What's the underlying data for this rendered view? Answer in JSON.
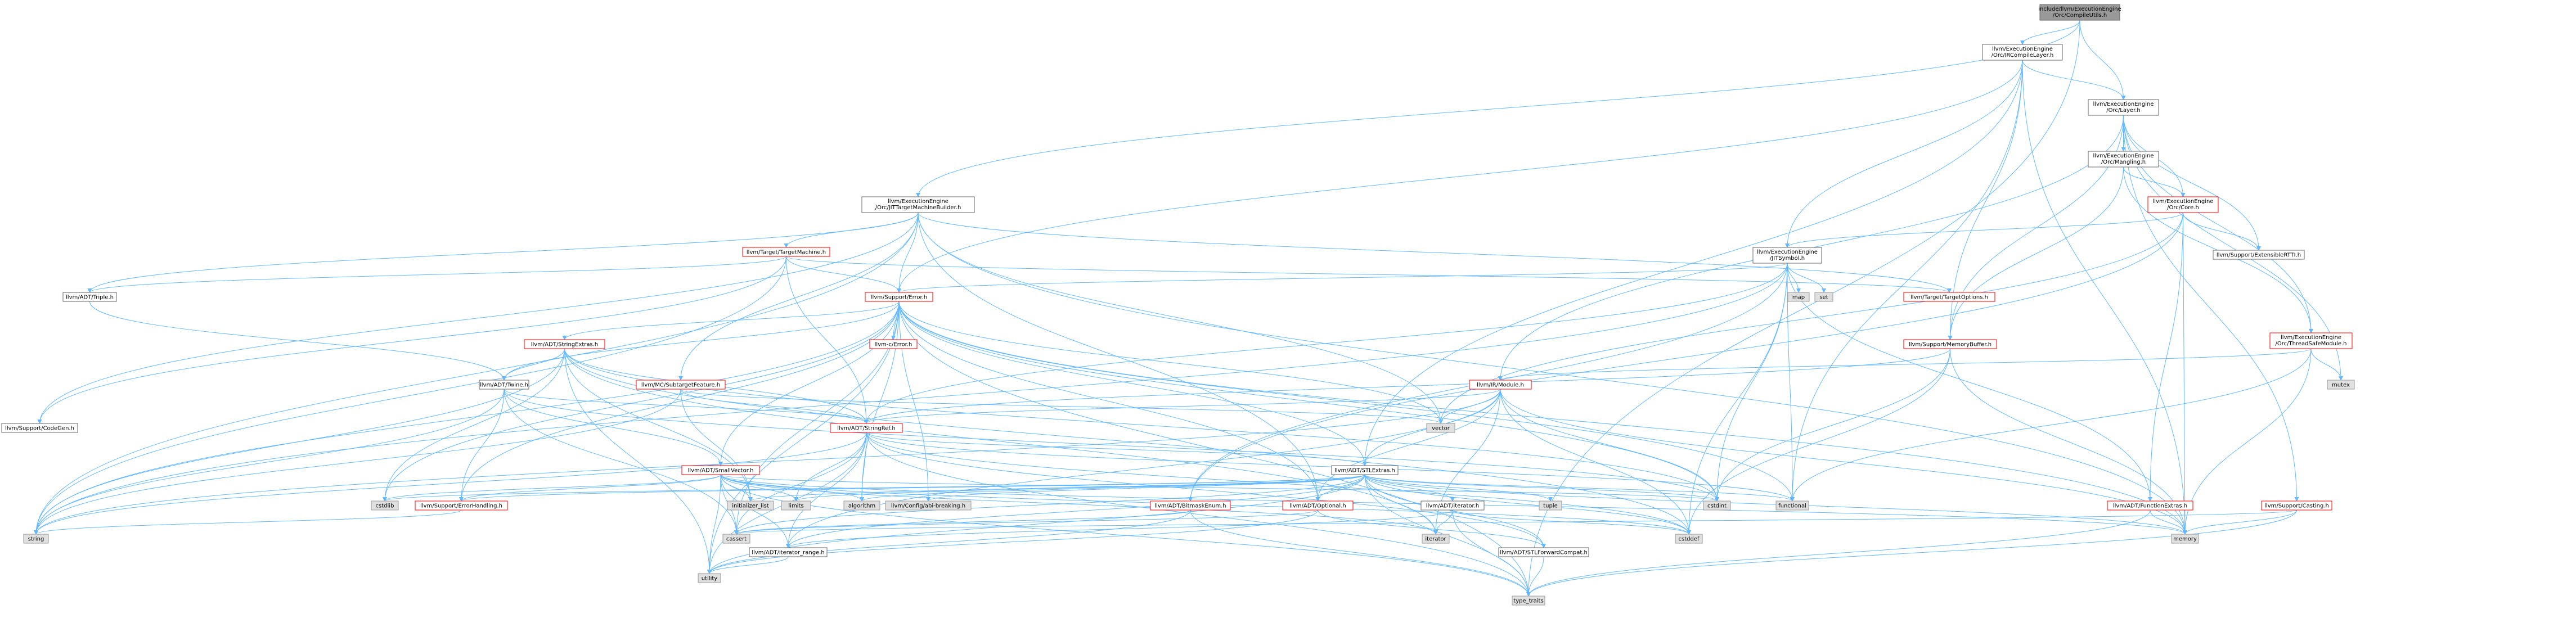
{
  "nodes": [
    {
      "id": "root",
      "kind": "root",
      "label": [
        "include/llvm/ExecutionEngine",
        "/Orc/CompileUtils.h"
      ]
    },
    {
      "id": "irc",
      "kind": "normal",
      "label": [
        "llvm/ExecutionEngine",
        "/Orc/IRCompileLayer.h"
      ]
    },
    {
      "id": "jtmb",
      "kind": "normal",
      "label": [
        "llvm/ExecutionEngine",
        "/Orc/JITTargetMachineBuilder.h"
      ]
    },
    {
      "id": "layer",
      "kind": "normal",
      "label": [
        "llvm/ExecutionEngine",
        "/Orc/Layer.h"
      ]
    },
    {
      "id": "mangling",
      "kind": "normal",
      "label": [
        "llvm/ExecutionEngine",
        "/Orc/Mangling.h"
      ]
    },
    {
      "id": "core",
      "kind": "red",
      "label": [
        "llvm/ExecutionEngine",
        "/Orc/Core.h"
      ]
    },
    {
      "id": "jitsym",
      "kind": "normal",
      "label": [
        "llvm/ExecutionEngine",
        "/JITSymbol.h"
      ]
    },
    {
      "id": "tm",
      "kind": "red",
      "label": [
        "llvm/Target/TargetMachine.h"
      ]
    },
    {
      "id": "exrtti",
      "kind": "normal",
      "label": [
        "llvm/Support/ExtensibleRTTI.h"
      ]
    },
    {
      "id": "triple",
      "kind": "normal",
      "label": [
        "llvm/ADT/Triple.h"
      ]
    },
    {
      "id": "error",
      "kind": "red",
      "label": [
        "llvm/Support/Error.h"
      ]
    },
    {
      "id": "map",
      "kind": "gray",
      "label": [
        "map"
      ]
    },
    {
      "id": "set",
      "kind": "gray",
      "label": [
        "set"
      ]
    },
    {
      "id": "topts",
      "kind": "red",
      "label": [
        "llvm/Target/TargetOptions.h"
      ]
    },
    {
      "id": "tsm",
      "kind": "red",
      "label": [
        "llvm/ExecutionEngine",
        "/Orc/ThreadSafeModule.h"
      ]
    },
    {
      "id": "strext",
      "kind": "red",
      "label": [
        "llvm/ADT/StringExtras.h"
      ]
    },
    {
      "id": "cerror",
      "kind": "red",
      "label": [
        "llvm-c/Error.h"
      ]
    },
    {
      "id": "membuf",
      "kind": "red",
      "label": [
        "llvm/Support/MemoryBuffer.h"
      ]
    },
    {
      "id": "twine",
      "kind": "normal",
      "label": [
        "llvm/ADT/Twine.h"
      ]
    },
    {
      "id": "subtf",
      "kind": "red",
      "label": [
        "llvm/MC/SubtargetFeature.h"
      ]
    },
    {
      "id": "irmod",
      "kind": "red",
      "label": [
        "llvm/IR/Module.h"
      ]
    },
    {
      "id": "mutex",
      "kind": "gray",
      "label": [
        "mutex"
      ]
    },
    {
      "id": "codegen",
      "kind": "normal",
      "label": [
        "llvm/Support/CodeGen.h"
      ]
    },
    {
      "id": "vector",
      "kind": "gray",
      "label": [
        "vector"
      ]
    },
    {
      "id": "strref",
      "kind": "red",
      "label": [
        "llvm/ADT/StringRef.h"
      ]
    },
    {
      "id": "smallvec",
      "kind": "red",
      "label": [
        "llvm/ADT/SmallVector.h"
      ]
    },
    {
      "id": "stlext",
      "kind": "normal",
      "label": [
        "llvm/ADT/STLExtras.h"
      ]
    },
    {
      "id": "cstdlib",
      "kind": "gray",
      "label": [
        "cstdlib"
      ]
    },
    {
      "id": "errh",
      "kind": "red",
      "label": [
        "llvm/Support/ErrorHandling.h"
      ]
    },
    {
      "id": "initl",
      "kind": "gray",
      "label": [
        "initializer_list"
      ]
    },
    {
      "id": "limits",
      "kind": "gray",
      "label": [
        "limits"
      ]
    },
    {
      "id": "algorithm",
      "kind": "gray",
      "label": [
        "algorithm"
      ]
    },
    {
      "id": "abibrk",
      "kind": "gray",
      "label": [
        "llvm/Config/abi-breaking.h"
      ]
    },
    {
      "id": "bitmask",
      "kind": "red",
      "label": [
        "llvm/ADT/BitmaskEnum.h"
      ]
    },
    {
      "id": "optional",
      "kind": "red",
      "label": [
        "llvm/ADT/Optional.h"
      ]
    },
    {
      "id": "iter",
      "kind": "normal",
      "label": [
        "llvm/ADT/iterator.h"
      ]
    },
    {
      "id": "tuple",
      "kind": "gray",
      "label": [
        "tuple"
      ]
    },
    {
      "id": "cstdint",
      "kind": "gray",
      "label": [
        "cstdint"
      ]
    },
    {
      "id": "functional",
      "kind": "gray",
      "label": [
        "functional"
      ]
    },
    {
      "id": "fnext",
      "kind": "red",
      "label": [
        "llvm/ADT/FunctionExtras.h"
      ]
    },
    {
      "id": "casting",
      "kind": "red",
      "label": [
        "llvm/Support/Casting.h"
      ]
    },
    {
      "id": "string",
      "kind": "gray",
      "label": [
        "string"
      ]
    },
    {
      "id": "cassert",
      "kind": "gray",
      "label": [
        "cassert"
      ]
    },
    {
      "id": "iterrange",
      "kind": "normal",
      "label": [
        "llvm/ADT/iterator_range.h"
      ]
    },
    {
      "id": "iterator",
      "kind": "gray",
      "label": [
        "iterator"
      ]
    },
    {
      "id": "stlfwd",
      "kind": "normal",
      "label": [
        "llvm/ADT/STLForwardCompat.h"
      ]
    },
    {
      "id": "cstddef",
      "kind": "gray",
      "label": [
        "cstddef"
      ]
    },
    {
      "id": "memory",
      "kind": "gray",
      "label": [
        "memory"
      ]
    },
    {
      "id": "utility",
      "kind": "gray",
      "label": [
        "utility"
      ]
    },
    {
      "id": "typetraits",
      "kind": "gray",
      "label": [
        "type_traits"
      ]
    }
  ],
  "edges": [
    [
      "root",
      "irc"
    ],
    [
      "root",
      "jtmb"
    ],
    [
      "root",
      "layer"
    ],
    [
      "root",
      "typetraits"
    ],
    [
      "irc",
      "layer"
    ],
    [
      "irc",
      "jitsym"
    ],
    [
      "irc",
      "error"
    ],
    [
      "irc",
      "stlext"
    ],
    [
      "irc",
      "functional"
    ],
    [
      "irc",
      "memory"
    ],
    [
      "irc",
      "membuf"
    ],
    [
      "jtmb",
      "tm"
    ],
    [
      "jtmb",
      "triple"
    ],
    [
      "jtmb",
      "error"
    ],
    [
      "jtmb",
      "codegen"
    ],
    [
      "jtmb",
      "subtf"
    ],
    [
      "jtmb",
      "optional"
    ],
    [
      "jtmb",
      "topts"
    ],
    [
      "jtmb",
      "vector"
    ],
    [
      "jtmb",
      "string"
    ],
    [
      "jtmb",
      "memory"
    ],
    [
      "layer",
      "mangling"
    ],
    [
      "layer",
      "core"
    ],
    [
      "layer",
      "tsm"
    ],
    [
      "layer",
      "casting"
    ],
    [
      "layer",
      "exrtti"
    ],
    [
      "layer",
      "membuf"
    ],
    [
      "layer",
      "mutex"
    ],
    [
      "layer",
      "irmod"
    ],
    [
      "mangling",
      "core"
    ],
    [
      "mangling",
      "tsm"
    ],
    [
      "mangling",
      "membuf"
    ],
    [
      "core",
      "jitsym"
    ],
    [
      "core",
      "exrtti"
    ],
    [
      "core",
      "fnext"
    ],
    [
      "core",
      "bitmask"
    ],
    [
      "core",
      "vector"
    ],
    [
      "core",
      "memory"
    ],
    [
      "jitsym",
      "error"
    ],
    [
      "jitsym",
      "map"
    ],
    [
      "jitsym",
      "set"
    ],
    [
      "jitsym",
      "string"
    ],
    [
      "jitsym",
      "cstdint"
    ],
    [
      "jitsym",
      "functional"
    ],
    [
      "jitsym",
      "bitmask"
    ],
    [
      "jitsym",
      "fnext"
    ],
    [
      "jitsym",
      "strref"
    ],
    [
      "jitsym",
      "cstddef"
    ],
    [
      "tm",
      "error"
    ],
    [
      "tm",
      "triple"
    ],
    [
      "tm",
      "strref"
    ],
    [
      "tm",
      "topts"
    ],
    [
      "tm",
      "codegen"
    ],
    [
      "tm",
      "string"
    ],
    [
      "triple",
      "twine"
    ],
    [
      "error",
      "cerror"
    ],
    [
      "error",
      "strext"
    ],
    [
      "error",
      "twine"
    ],
    [
      "error",
      "smallvec"
    ],
    [
      "error",
      "stlext"
    ],
    [
      "error",
      "errh"
    ],
    [
      "error",
      "abibrk"
    ],
    [
      "error",
      "algorithm"
    ],
    [
      "error",
      "cassert"
    ],
    [
      "error",
      "cstdint"
    ],
    [
      "error",
      "cstdlib"
    ],
    [
      "error",
      "functional"
    ],
    [
      "error",
      "memory"
    ],
    [
      "error",
      "string"
    ],
    [
      "error",
      "typetraits"
    ],
    [
      "error",
      "utility"
    ],
    [
      "error",
      "vector"
    ],
    [
      "error",
      "optional"
    ],
    [
      "tsm",
      "irmod"
    ],
    [
      "tsm",
      "functional"
    ],
    [
      "tsm",
      "memory"
    ],
    [
      "tsm",
      "mutex"
    ],
    [
      "strext",
      "twine"
    ],
    [
      "strext",
      "strref"
    ],
    [
      "strext",
      "iterator"
    ],
    [
      "strext",
      "cstdint"
    ],
    [
      "strext",
      "string"
    ],
    [
      "strext",
      "utility"
    ],
    [
      "strext",
      "cstddef"
    ],
    [
      "strext",
      "cstdlib"
    ],
    [
      "strext",
      "initl"
    ],
    [
      "membuf",
      "strref"
    ],
    [
      "membuf",
      "cstddef"
    ],
    [
      "membuf",
      "cstdint"
    ],
    [
      "membuf",
      "memory"
    ],
    [
      "twine",
      "smallvec"
    ],
    [
      "twine",
      "strref"
    ],
    [
      "twine",
      "errh"
    ],
    [
      "twine",
      "cassert"
    ],
    [
      "twine",
      "cstdint"
    ],
    [
      "twine",
      "string"
    ],
    [
      "subtf",
      "strref"
    ],
    [
      "subtf",
      "initl"
    ],
    [
      "subtf",
      "string"
    ],
    [
      "subtf",
      "vector"
    ],
    [
      "irmod",
      "strref"
    ],
    [
      "irmod",
      "stlext"
    ],
    [
      "irmod",
      "iterrange"
    ],
    [
      "irmod",
      "optional"
    ],
    [
      "irmod",
      "cstddef"
    ],
    [
      "irmod",
      "cstdint"
    ],
    [
      "irmod",
      "iterator"
    ],
    [
      "irmod",
      "memory"
    ],
    [
      "irmod",
      "string"
    ],
    [
      "irmod",
      "vector"
    ],
    [
      "strref",
      "stlfwd"
    ],
    [
      "strref",
      "iterrange"
    ],
    [
      "strref",
      "algorithm"
    ],
    [
      "strref",
      "cassert"
    ],
    [
      "strref",
      "cstddef"
    ],
    [
      "strref",
      "cstring"
    ],
    [
      "strref",
      "functional"
    ],
    [
      "strref",
      "limits"
    ],
    [
      "strref",
      "string"
    ],
    [
      "strref",
      "typetraits"
    ],
    [
      "strref",
      "utility"
    ],
    [
      "strref",
      "stlext"
    ],
    [
      "smallvec",
      "errh"
    ],
    [
      "smallvec",
      "algorithm"
    ],
    [
      "smallvec",
      "cassert"
    ],
    [
      "smallvec",
      "cstddef"
    ],
    [
      "smallvec",
      "cstdlib"
    ],
    [
      "smallvec",
      "cstdint"
    ],
    [
      "smallvec",
      "initl"
    ],
    [
      "smallvec",
      "iterator"
    ],
    [
      "smallvec",
      "limits"
    ],
    [
      "smallvec",
      "memory"
    ],
    [
      "smallvec",
      "typetraits"
    ],
    [
      "smallvec",
      "utility"
    ],
    [
      "smallvec",
      "iterrange"
    ],
    [
      "stlext",
      "stlfwd"
    ],
    [
      "stlext",
      "iter"
    ],
    [
      "stlext",
      "iterrange"
    ],
    [
      "stlext",
      "abibrk"
    ],
    [
      "stlext",
      "errh"
    ],
    [
      "stlext",
      "algorithm"
    ],
    [
      "stlext",
      "cassert"
    ],
    [
      "stlext",
      "cstddef"
    ],
    [
      "stlext",
      "cstdint"
    ],
    [
      "stlext",
      "cstdlib"
    ],
    [
      "stlext",
      "functional"
    ],
    [
      "stlext",
      "initl"
    ],
    [
      "stlext",
      "iterator"
    ],
    [
      "stlext",
      "limits"
    ],
    [
      "stlext",
      "memory"
    ],
    [
      "stlext",
      "tuple"
    ],
    [
      "stlext",
      "typetraits"
    ],
    [
      "stlext",
      "utility"
    ],
    [
      "stlext",
      "optional"
    ],
    [
      "errh",
      "string"
    ],
    [
      "bitmask",
      "cassert"
    ],
    [
      "bitmask",
      "typetraits"
    ],
    [
      "bitmask",
      "utility"
    ],
    [
      "optional",
      "cassert"
    ],
    [
      "optional",
      "cstring"
    ],
    [
      "optional",
      "new"
    ],
    [
      "optional",
      "utility"
    ],
    [
      "optional",
      "stlfwd"
    ],
    [
      "iter",
      "iterrange"
    ],
    [
      "iter",
      "cstddef"
    ],
    [
      "iter",
      "iterator"
    ],
    [
      "iter",
      "typetraits"
    ],
    [
      "fnext",
      "memory"
    ],
    [
      "fnext",
      "typetraits"
    ],
    [
      "casting",
      "cassert"
    ],
    [
      "casting",
      "memory"
    ],
    [
      "casting",
      "typetraits"
    ],
    [
      "iterrange",
      "utility"
    ],
    [
      "stlfwd",
      "typetraits"
    ]
  ]
}
